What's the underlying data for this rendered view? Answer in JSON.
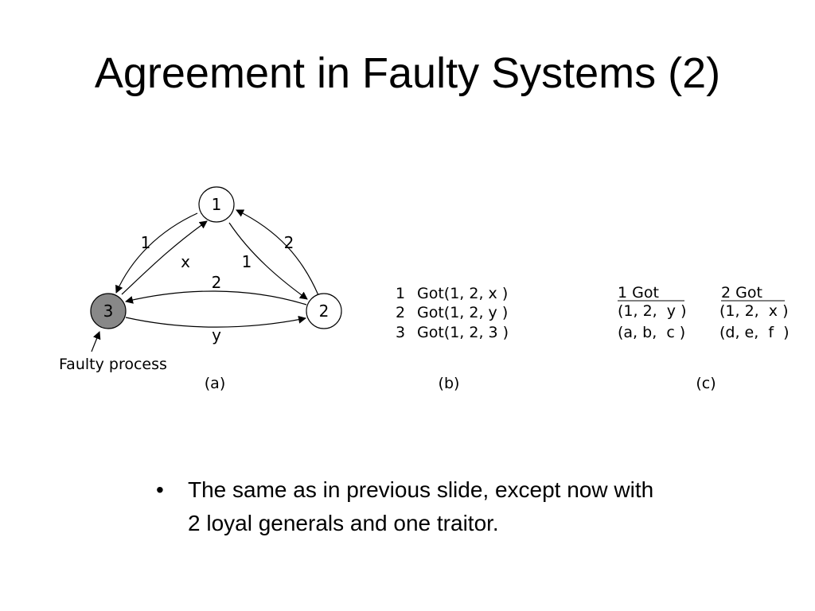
{
  "title": "Agreement in Faulty Systems (2)",
  "diagram_a": {
    "nodes": [
      {
        "id": "1",
        "label": "1",
        "faulty": false
      },
      {
        "id": "2",
        "label": "2",
        "faulty": false
      },
      {
        "id": "3",
        "label": "3",
        "faulty": true
      }
    ],
    "edges": [
      {
        "from": "1",
        "to": "3",
        "label": "1"
      },
      {
        "from": "3",
        "to": "1",
        "label": "x"
      },
      {
        "from": "1",
        "to": "2",
        "label": "1"
      },
      {
        "from": "2",
        "to": "1",
        "label": "2"
      },
      {
        "from": "2",
        "to": "3",
        "label": "2"
      },
      {
        "from": "3",
        "to": "2",
        "label": "y"
      }
    ],
    "faulty_label": "Faulty process",
    "caption": "(a)"
  },
  "panel_b": {
    "rows": [
      {
        "num": "1",
        "text": "Got(1, 2, x )"
      },
      {
        "num": "2",
        "text": "Got(1, 2, y )"
      },
      {
        "num": "3",
        "text": "Got(1, 2, 3 )"
      }
    ],
    "caption": "(b)"
  },
  "panel_c": {
    "columns": [
      {
        "header": "1 Got",
        "rows": [
          "(1, 2,  y )",
          "(a, b,  c )"
        ]
      },
      {
        "header": "2 Got",
        "rows": [
          "(1, 2,  x )",
          "(d, e,  f  )"
        ]
      }
    ],
    "caption": "(c)"
  },
  "bullet": {
    "symbol": "•",
    "text": "The same as in previous slide, except now with 2 loyal generals and one traitor."
  },
  "colors": {
    "faulty_fill": "#888888",
    "node_fill": "#ffffff",
    "line": "#000000"
  }
}
